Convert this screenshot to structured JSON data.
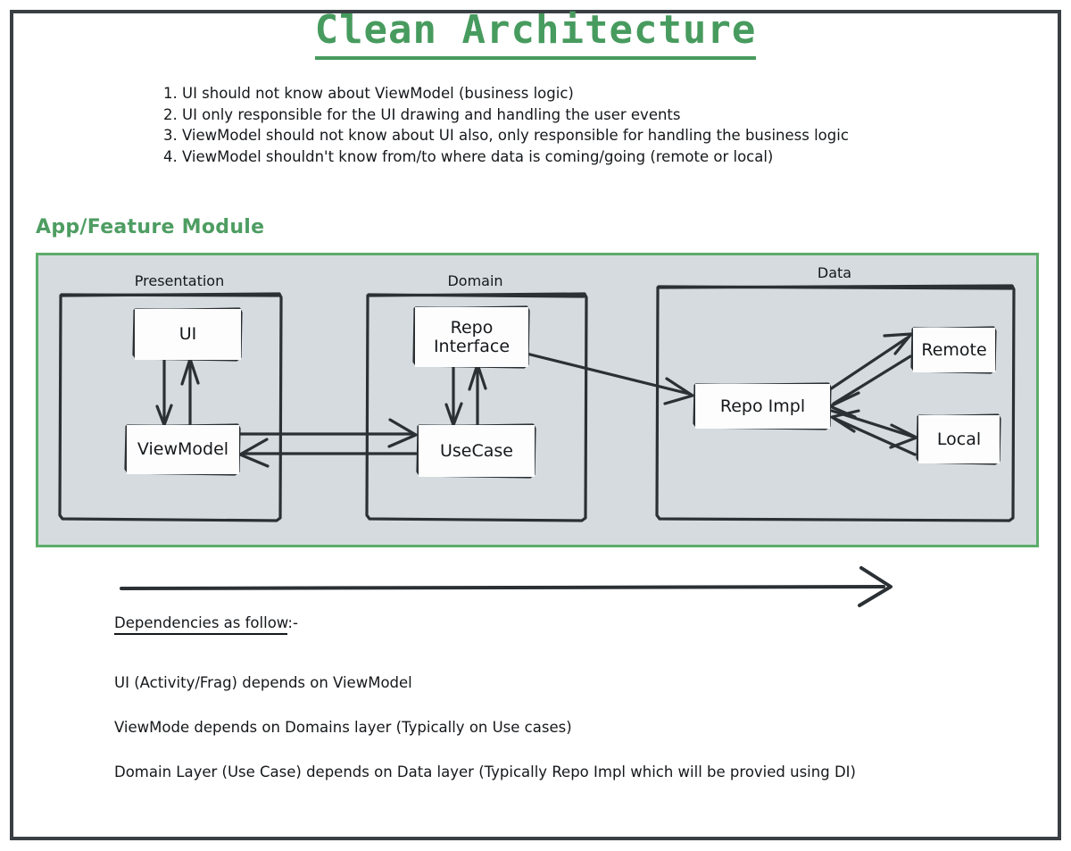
{
  "title": {
    "text": "Clean Architecture",
    "color": "#479B5E"
  },
  "notes": [
    "1. UI should not know about ViewModel (business logic)",
    "2. UI only responsible for the UI drawing and handling the user events",
    "3. ViewModel should not know about UI also, only responsible for handling the business logic",
    "4. ViewModel shouldn't know from/to where data is coming/going (remote or local)"
  ],
  "module": {
    "label": "App/Feature Module",
    "border_color": "#5CAD6A",
    "fill_color": "#D5DBDF"
  },
  "layers": [
    {
      "name": "Presentation",
      "nodes": [
        {
          "label": "UI"
        },
        {
          "label": "ViewModel"
        }
      ]
    },
    {
      "name": "Domain",
      "nodes": [
        {
          "label": "Repo\nInterface"
        },
        {
          "label": "UseCase"
        }
      ]
    },
    {
      "name": "Data",
      "nodes": [
        {
          "label": "Repo Impl"
        },
        {
          "label": "Remote"
        },
        {
          "label": "Local"
        }
      ]
    }
  ],
  "node_labels": {
    "ui": "UI",
    "viewmodel": "ViewModel",
    "repo_interface_line1": "Repo",
    "repo_interface_line2": "Interface",
    "usecase": "UseCase",
    "repo_impl": "Repo Impl",
    "remote": "Remote",
    "local": "Local"
  },
  "dependencies": {
    "heading_underlined": "Dependencies as follow",
    "heading_suffix": ":-",
    "lines": [
      "UI (Activity/Frag) depends on ViewModel",
      "ViewMode depends on Domains layer (Typically on Use cases)",
      "Domain Layer (Use Case) depends on Data layer (Typically Repo Impl which will be provied using DI)"
    ]
  },
  "stroke_color": "#2b3034"
}
